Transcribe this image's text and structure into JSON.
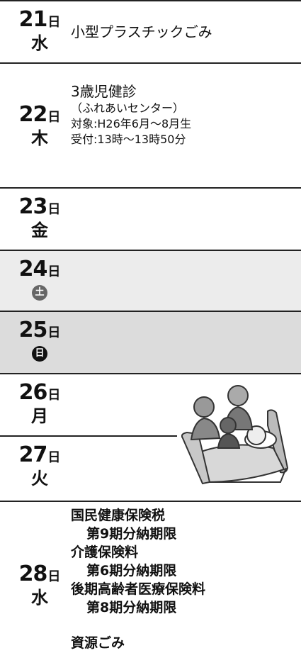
{
  "day_unit": "日",
  "rows": [
    {
      "day": "21",
      "weekday": "水",
      "events": [
        "小型プラスチックごみ"
      ]
    },
    {
      "day": "22",
      "weekday": "木",
      "title": "3歳児健診",
      "details": [
        "（ふれあいセンター）",
        "対象:H26年6月～8月生",
        "受付:13時～13時50分"
      ]
    },
    {
      "day": "23",
      "weekday": "金"
    },
    {
      "day": "24",
      "weekday": "土"
    },
    {
      "day": "25",
      "weekday": "日"
    },
    {
      "day": "26",
      "weekday": "月"
    },
    {
      "day": "27",
      "weekday": "火"
    },
    {
      "day": "28",
      "weekday": "水",
      "lines": [
        "国民健康保険税",
        "第9期分納期限",
        "介護保険料",
        "第6期分納期限",
        "後期高齢者医療保険料",
        "第8期分納期限",
        "資源ごみ"
      ]
    }
  ],
  "illustration": {
    "icon": "family-at-bedside-icon"
  }
}
